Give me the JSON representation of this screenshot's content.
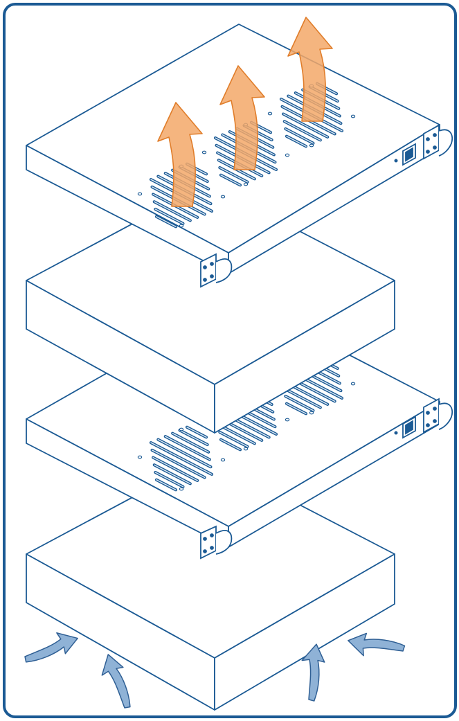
{
  "diagram": {
    "kind": "rack-airflow-illustration",
    "units": [
      {
        "id": "fan-tray-top",
        "type": "fan tray",
        "fan_grilles": 3,
        "rack_ears": 2,
        "hot_air_exhaust_arrows": 3
      },
      {
        "id": "device-upper",
        "type": "rack device"
      },
      {
        "id": "fan-tray-middle",
        "type": "fan tray",
        "fan_grilles": 3,
        "rack_ears": 2
      },
      {
        "id": "device-lower",
        "type": "rack device"
      }
    ],
    "cool_air_intake_arrows": 4
  },
  "colors": {
    "frame": "#1b5a94",
    "line": "#1b5a94",
    "grille_fill": "#dce9f5",
    "hot_air": "#f3a868",
    "hot_air_stroke": "#e07d2a",
    "cool_air": "#8fb2d6",
    "cool_air_stroke": "#2f5f94"
  },
  "icons": [
    "fan-grille-icon",
    "rack-ear-icon",
    "power-switch-icon",
    "hot-air-arrow-icon",
    "cool-air-arrow-icon"
  ]
}
